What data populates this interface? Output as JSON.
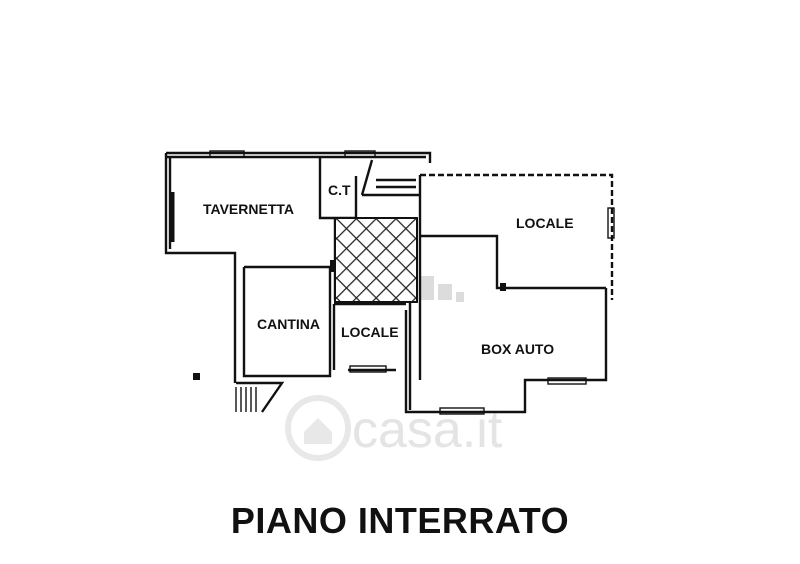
{
  "title": "PIANO INTERRATO",
  "rooms": {
    "tavernetta": "TAVERNETTA",
    "ct": "C.T",
    "locale_top": "LOCALE",
    "cantina": "CANTINA",
    "locale_small": "LOCALE",
    "box_auto": "BOX AUTO"
  },
  "watermark": {
    "brand": "casa.it"
  },
  "colors": {
    "wall": "#111111",
    "hatch": "#222222",
    "watermark": "#e4e4e4"
  }
}
